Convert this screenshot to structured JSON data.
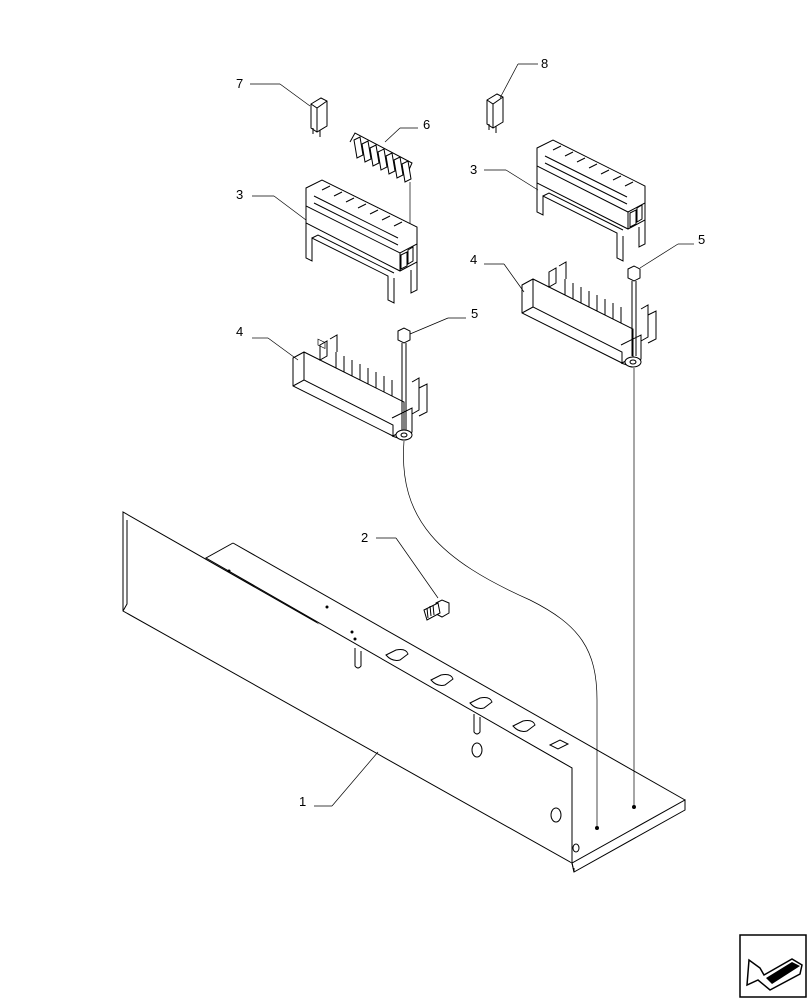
{
  "callouts": {
    "c1": "1",
    "c2": "2",
    "c3a": "3",
    "c3b": "3",
    "c4a": "4",
    "c4b": "4",
    "c5a": "5",
    "c5b": "5",
    "c6": "6",
    "c7": "7",
    "c8": "8"
  },
  "icons": {
    "nav": "arrow-left-icon"
  }
}
